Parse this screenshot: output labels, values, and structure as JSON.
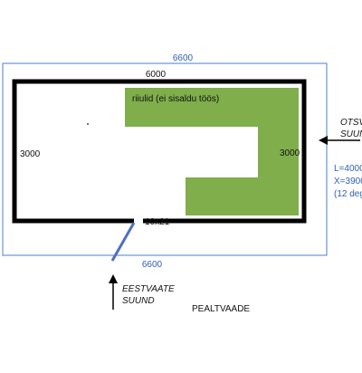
{
  "diagram": {
    "outer_width_top": "6600",
    "outer_width_bottom": "6600",
    "room_width": "6000",
    "left_dim": "3000",
    "right_dim": "3000",
    "shelves_label": "riiulid (ei sisaldu töös)",
    "door_label": "10x21",
    "side_direction": {
      "line1": "OTSV",
      "line2": "SUUN"
    },
    "side_params": {
      "line1": "L=4000",
      "line2": "X=3900",
      "line3": "(12 deg)"
    },
    "front_direction": {
      "line1": "EESTVAATE",
      "line2": "SUUND"
    },
    "view_title": "PEALTVAADE"
  },
  "colors": {
    "outline_blue": "#4a7fd0",
    "wall": "#000000",
    "shelf_green": "#7fae4b",
    "text_blue": "#2f5fb3",
    "door_blue": "#4f6fbf"
  }
}
